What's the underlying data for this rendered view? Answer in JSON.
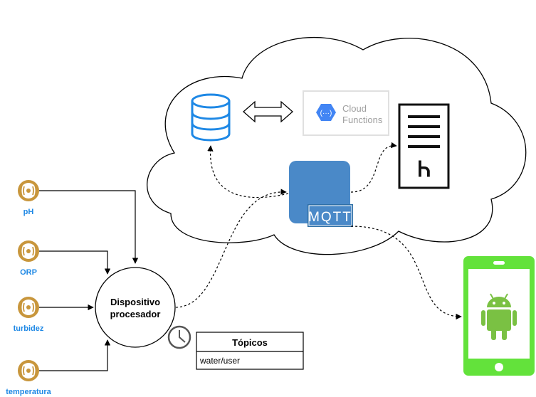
{
  "sensors": [
    {
      "label": "pH",
      "icon": "sensor-signal-icon"
    },
    {
      "label": "ORP",
      "icon": "sensor-signal-icon"
    },
    {
      "label": "turbidez",
      "icon": "sensor-signal-icon"
    },
    {
      "label": "temperatura",
      "icon": "sensor-signal-icon"
    }
  ],
  "device": {
    "line1": "Dispositivo",
    "line2": "procesador"
  },
  "topics": {
    "title": "Tópicos",
    "value": "water/user"
  },
  "cloud_functions": {
    "line1": "Cloud",
    "line2": "Functions",
    "icon": "cloud-functions-icon"
  },
  "mqtt": {
    "label": "MQTT",
    "icon": "mqtt-broker-icon"
  },
  "database": {
    "icon": "database-icon"
  },
  "server": {
    "icon": "heroku-server-icon",
    "glyph": "Ꮒ"
  },
  "phone": {
    "icon": "android-phone-icon"
  },
  "clock": {
    "icon": "clock-icon"
  },
  "colors": {
    "sensor_gold": "#c8963c",
    "sensor_label": "#1e88e5",
    "database_blue": "#1e88e5",
    "mqtt_blue": "#4a89c8",
    "mqtt_dark": "#2f6fa6",
    "phone_green": "#63e23b",
    "android_green": "#7ac143",
    "gcf_blue": "#4285f4"
  }
}
